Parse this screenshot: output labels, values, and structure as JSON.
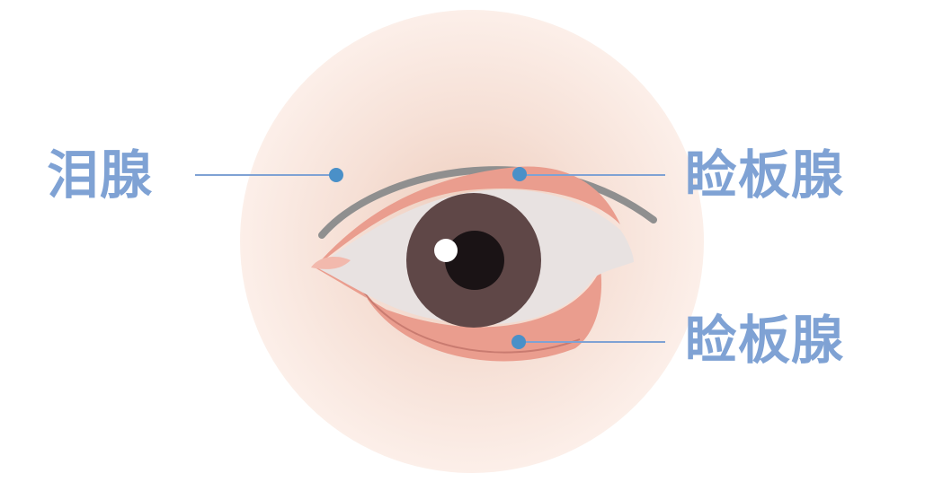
{
  "labels": {
    "lacrimal_gland": "泪腺",
    "tarsal_gland_upper": "睑板腺",
    "tarsal_gland_lower": "睑板腺"
  },
  "colors": {
    "label_text": "#7fa2d4",
    "callout_line": "#7fa2d4",
    "marker_dot": "#4a90c8",
    "skin_outer": "#fbeee7",
    "skin_inner": "#f1d3c6",
    "eyelid_pink": "#ea9d8e",
    "eyebrow_line": "#8f8f8f",
    "sclera": "#e8e2e1",
    "iris": "#5f4747",
    "pupil": "#1a1315",
    "highlight": "#ffffff"
  }
}
